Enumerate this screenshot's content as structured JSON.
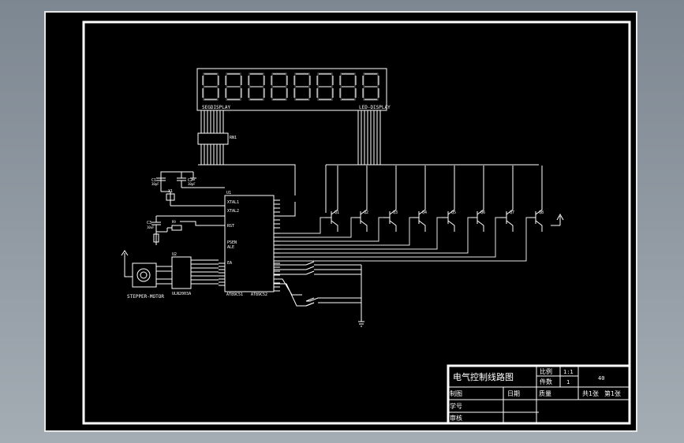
{
  "title_block": {
    "drawing_title": "电气控制线路图",
    "scale_label": "比例",
    "scale_value": "1:1",
    "count_label": "件数",
    "count_value": "1",
    "drawing_no": "40",
    "drawn_label": "制图",
    "date_label": "日期",
    "weight_label": "质量",
    "sheet_total": "共1张",
    "sheet_index": "第1张",
    "student_no_label": "学号",
    "check_label": "审核"
  },
  "components": {
    "display_left_label": "SEGDISPLAY",
    "display_right_label": "LED-DISPLAY",
    "resistor_pack_ref": "RN1",
    "crystal_ref": "X1",
    "cap1_ref": "C1",
    "cap1_value": "30pF",
    "cap2_ref": "C2",
    "cap2_value": "30pF",
    "cap3_ref": "C3",
    "cap3_value": "10uF",
    "reset_resistor_ref": "R9",
    "mcu_ref": "U1",
    "mcu_part": "AT89C51",
    "mcu_chip": "AT89C52",
    "driver_ref": "U2",
    "driver_part": "ULN2003A",
    "motor_label": "STEPPER-MOTOR",
    "pin_xtal1": "XTAL1",
    "pin_xtal2": "XTAL2",
    "pin_rst": "RST",
    "pin_psen": "PSEN",
    "pin_ale": "ALE",
    "pin_ea": "EA",
    "transistors": [
      "Q1",
      "Q2",
      "Q3",
      "Q4",
      "Q5",
      "Q6",
      "Q7",
      "Q8"
    ],
    "transistor_type": "PNP"
  },
  "colors": {
    "viewport_bg": "#8a939c",
    "sheet_bg": "#000000",
    "line": "#ffffff"
  }
}
